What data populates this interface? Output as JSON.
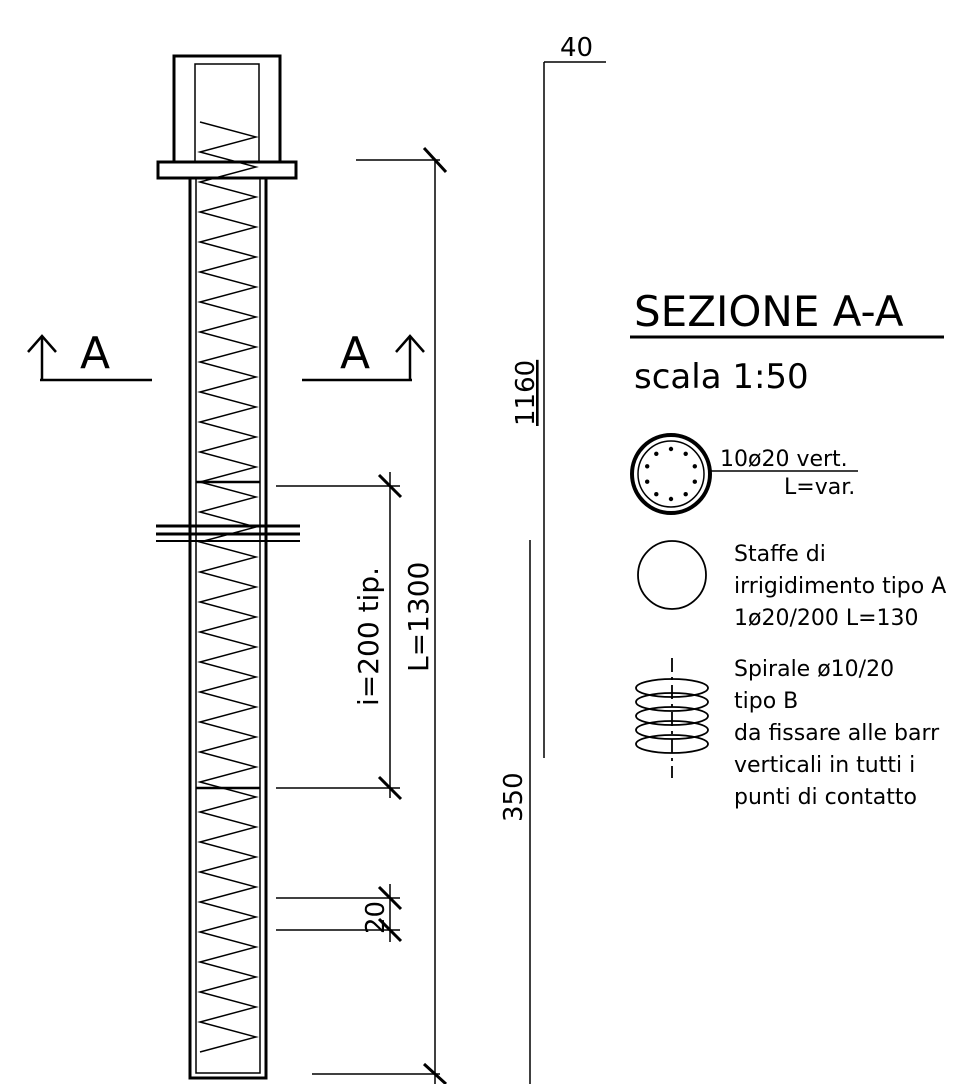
{
  "section": {
    "title": "SEZIONE A-A",
    "scale": "scala 1:50",
    "cut_marker_left": "A",
    "cut_marker_right": "A"
  },
  "dimensions": {
    "top_width": "40",
    "total_height": "1160",
    "lower_height": "350",
    "bar_length": "L=1300",
    "spacing": "i=200 tip.",
    "spiral_pitch": "20"
  },
  "legend": {
    "vertical_bars_label": "10ø20 vert.",
    "vertical_bars_length": "L=var.",
    "stirrups_line1": "Staffe di",
    "stirrups_line2": "irrigidimento tipo A",
    "stirrups_line3": "1ø20/200 L=130",
    "spiral_line1": "Spirale ø10/20",
    "spiral_line2": "tipo B",
    "spiral_line3": "da fissare alle barr",
    "spiral_line4": "verticali in tutti i",
    "spiral_line5": "punti di contatto"
  }
}
